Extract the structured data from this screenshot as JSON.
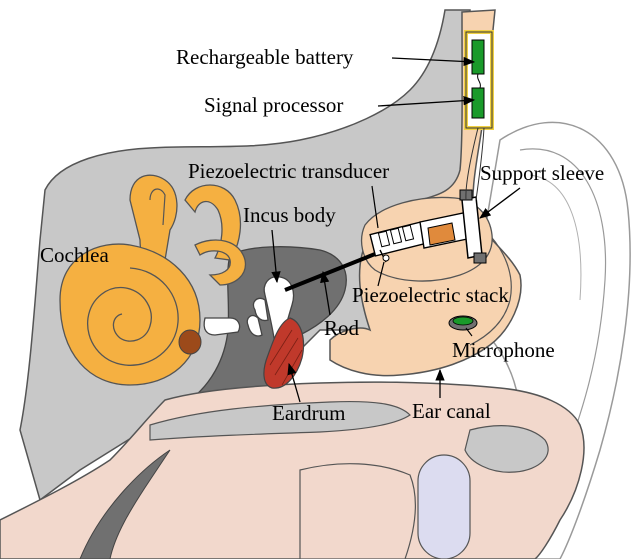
{
  "labels": {
    "battery": "Rechargeable battery",
    "processor": "Signal processor",
    "transducer": "Piezoelectric transducer",
    "sleeve": "Support sleeve",
    "incus": "Incus body",
    "cochlea": "Cochlea",
    "stack": "Piezoelectric stack",
    "rod": "Rod",
    "microphone": "Microphone",
    "eardrum": "Eardrum",
    "canal": "Ear canal"
  },
  "colors": {
    "skull": "#c8c8c8",
    "middle_ear": "#707070",
    "skin": "#f7d3b0",
    "canal_tissue": "#f2d8cc",
    "cochlea": "#f5b041",
    "eardrum": "#c0392b",
    "battery_green": "#1a9a2a",
    "battery_frame": "#f0d040",
    "bone": "#ffffff",
    "pale_blue": "#dcdcf0"
  }
}
